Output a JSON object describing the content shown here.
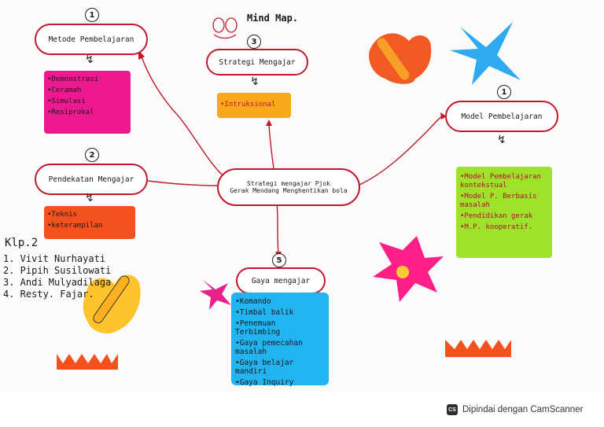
{
  "title": "Mind Map.",
  "center": {
    "line1": "Strategi mengajar Pjok",
    "line2": "Gerak Mendang Menghentikan bola"
  },
  "branches": [
    {
      "number": "1",
      "label": "Metode Pembelajaran",
      "items": [
        "Demonstrasi",
        "Ceramah",
        "Simulasi",
        "Resiprokal"
      ],
      "note_color": "#ee1890"
    },
    {
      "number": "2",
      "label": "Pendekatan Mengajar",
      "items": [
        "Teknis",
        "keterampilan"
      ],
      "note_color": "#f4511e"
    },
    {
      "number": "3",
      "label": "Strategi Mengajar",
      "items": [
        "Intruksional"
      ],
      "note_color": "#f9a81a"
    },
    {
      "number": "1",
      "label": "Model Pembelajaran",
      "items": [
        "Model Pembelajaran kontekstual",
        "Model P. Berbasis masalah",
        "Pendidikan gerak",
        "M.P. kooperatif."
      ],
      "note_color": "#9fe22a"
    },
    {
      "number": "5",
      "label": "Gaya mengajar",
      "items": [
        "Komando",
        "Timbal balik",
        "Penemuan Terbimbing",
        "Gaya pemecahan masalah",
        "Gaya belajar mandiri",
        "Gaya Inquiry"
      ],
      "note_color": "#22b4f0"
    }
  ],
  "group": {
    "label": "Klp.2",
    "members": [
      "1. Vivit  Nurhayati",
      "2. Pipih  Susilowati",
      "3. Andi  Mulyadilaga",
      "4. Resty. Fajar."
    ]
  },
  "footer": {
    "badge": "CS",
    "text": "Dipindai dengan CamScanner"
  },
  "colors": {
    "link": "#c2182b",
    "paper": "#fbfbfb"
  },
  "icons": [
    "butterfly-orange-icon",
    "star-blue-icon",
    "flower-pink-icon",
    "butterfly-yellow-icon",
    "star-pink-icon",
    "grass-icon",
    "eyes-doodle-icon"
  ]
}
